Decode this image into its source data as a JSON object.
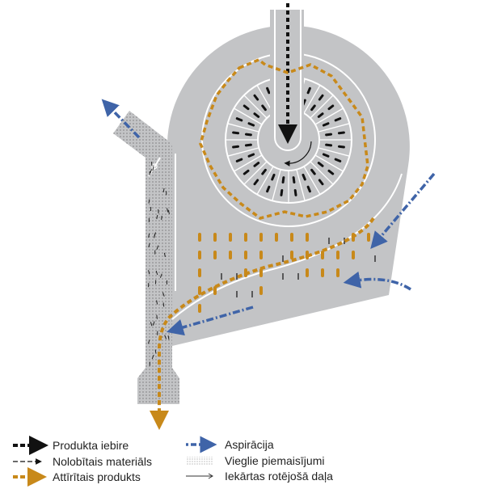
{
  "colors": {
    "housing": "#c3c4c6",
    "product": "#111111",
    "cleaned": "#c8891a",
    "aspiration": "#3f64a8",
    "lines": "#ffffff"
  },
  "legend": [
    {
      "icon": "thick-dashed-black-arrow-icon",
      "label": "Produkta iebire"
    },
    {
      "icon": "thin-dashed-black-arrow-icon",
      "label": "Nolobītais materiāls"
    },
    {
      "icon": "dashed-orange-arrow-icon",
      "label": "Attīrītais produkts"
    },
    {
      "icon": "dash-dot-blue-arrow-icon",
      "label": "Aspirācija"
    },
    {
      "icon": "dotted-pattern-icon",
      "label": "Vieglie piemaisījumi"
    },
    {
      "icon": "thin-solid-arrow-icon",
      "label": "Iekārtas rotējošā daļa"
    }
  ]
}
